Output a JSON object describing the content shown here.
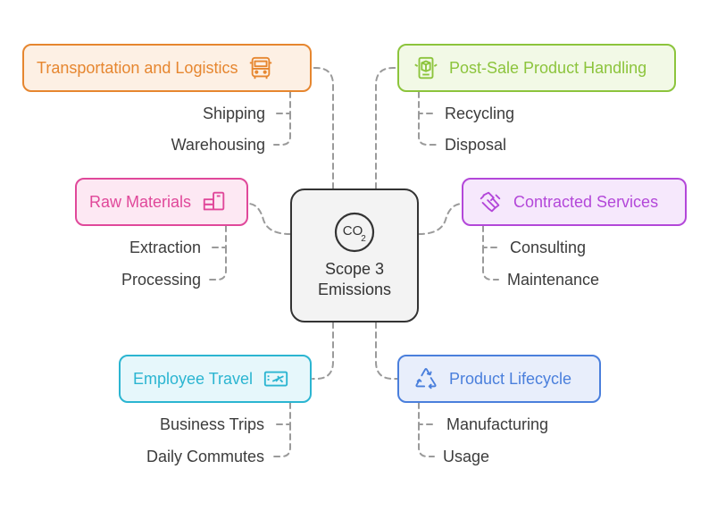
{
  "center": {
    "label": "Scope 3 Emissions",
    "icon": "co2-icon"
  },
  "branches": [
    {
      "id": "transport",
      "title": "Transportation and Logistics",
      "icon": "bus-icon",
      "color": "#e6862f",
      "bg": "#fdf0e4",
      "items": [
        "Shipping",
        "Warehousing"
      ]
    },
    {
      "id": "raw",
      "title": "Raw Materials",
      "icon": "materials-icon",
      "color": "#e0489a",
      "bg": "#fde8f3",
      "items": [
        "Extraction",
        "Processing"
      ]
    },
    {
      "id": "travel",
      "title": "Employee Travel",
      "icon": "ticket-icon",
      "color": "#2bb5d1",
      "bg": "#e6f7fb",
      "items": [
        "Business Trips",
        "Daily Commutes"
      ]
    },
    {
      "id": "postsale",
      "title": "Post-Sale Product Handling",
      "icon": "recycle-box-icon",
      "color": "#8cc43c",
      "bg": "#f2f9e6",
      "items": [
        "Recycling",
        "Disposal"
      ]
    },
    {
      "id": "contracted",
      "title": "Contracted Services",
      "icon": "handshake-icon",
      "color": "#b347d9",
      "bg": "#f6e8fc",
      "items": [
        "Consulting",
        "Maintenance"
      ]
    },
    {
      "id": "lifecycle",
      "title": "Product Lifecycle",
      "icon": "recycle-icon",
      "color": "#4a7fdc",
      "bg": "#e8eefb",
      "items": [
        "Manufacturing",
        "Usage"
      ]
    }
  ]
}
